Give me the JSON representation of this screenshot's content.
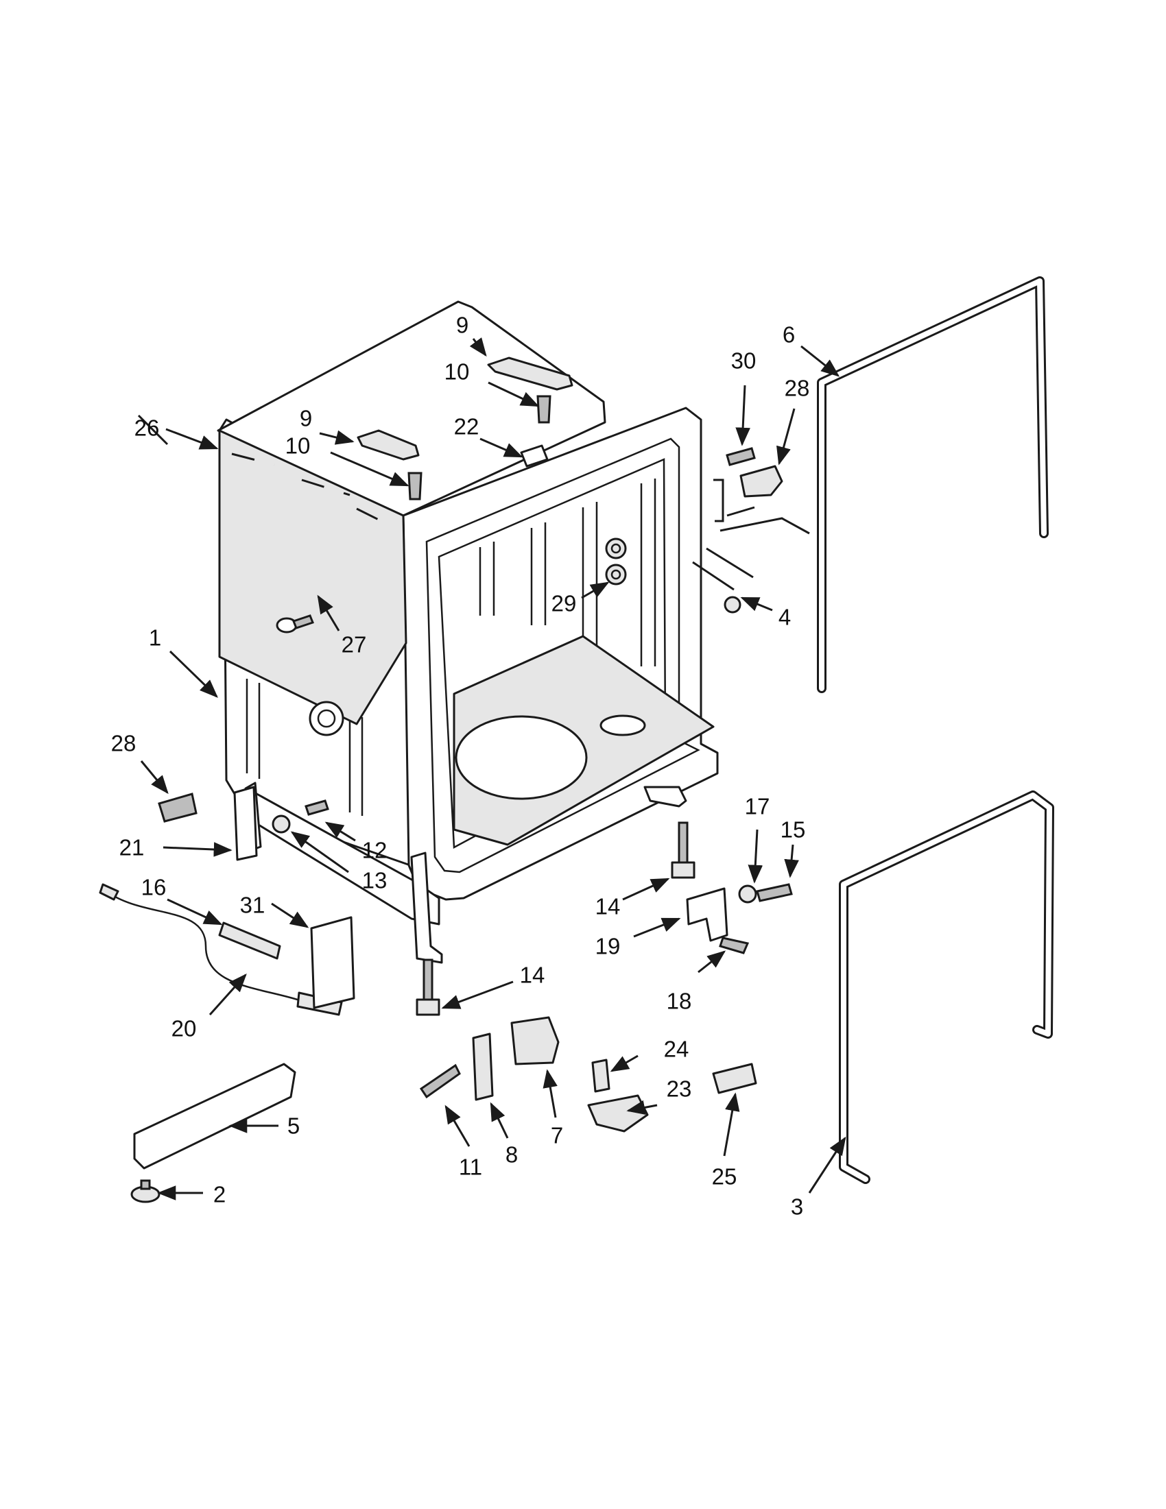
{
  "diagram": {
    "callouts": [
      {
        "id": "c1",
        "label": "1"
      },
      {
        "id": "c2",
        "label": "2"
      },
      {
        "id": "c3",
        "label": "3"
      },
      {
        "id": "c4",
        "label": "4"
      },
      {
        "id": "c5",
        "label": "5"
      },
      {
        "id": "c6",
        "label": "6"
      },
      {
        "id": "c7",
        "label": "7"
      },
      {
        "id": "c8",
        "label": "8"
      },
      {
        "id": "c9a",
        "label": "9"
      },
      {
        "id": "c9b",
        "label": "9"
      },
      {
        "id": "c10a",
        "label": "10"
      },
      {
        "id": "c10b",
        "label": "10"
      },
      {
        "id": "c11",
        "label": "11"
      },
      {
        "id": "c12",
        "label": "12"
      },
      {
        "id": "c13",
        "label": "13"
      },
      {
        "id": "c14a",
        "label": "14"
      },
      {
        "id": "c14b",
        "label": "14"
      },
      {
        "id": "c15",
        "label": "15"
      },
      {
        "id": "c16",
        "label": "16"
      },
      {
        "id": "c17",
        "label": "17"
      },
      {
        "id": "c18",
        "label": "18"
      },
      {
        "id": "c19",
        "label": "19"
      },
      {
        "id": "c20",
        "label": "20"
      },
      {
        "id": "c21",
        "label": "21"
      },
      {
        "id": "c22",
        "label": "22"
      },
      {
        "id": "c23",
        "label": "23"
      },
      {
        "id": "c24",
        "label": "24"
      },
      {
        "id": "c25",
        "label": "25"
      },
      {
        "id": "c26",
        "label": "26"
      },
      {
        "id": "c27",
        "label": "27"
      },
      {
        "id": "c28a",
        "label": "28"
      },
      {
        "id": "c28b",
        "label": "28"
      },
      {
        "id": "c29",
        "label": "29"
      },
      {
        "id": "c30",
        "label": "30"
      },
      {
        "id": "c31",
        "label": "31"
      }
    ]
  }
}
